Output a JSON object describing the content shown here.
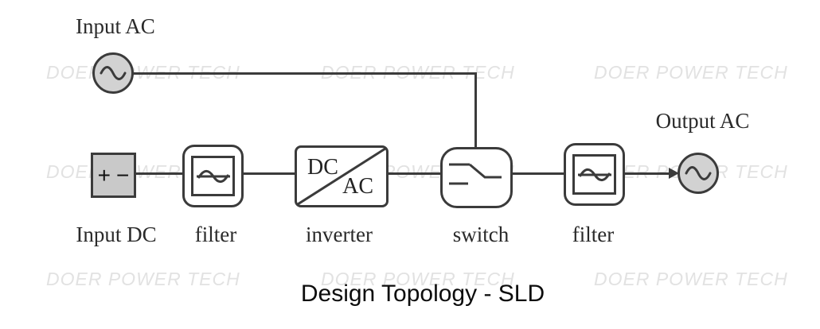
{
  "title": "Design Topology - SLD",
  "watermark": {
    "text": "DOER POWER TECH"
  },
  "diagram": {
    "sources": {
      "input_ac": {
        "label": "Input AC"
      },
      "output_ac": {
        "label": "Output AC"
      }
    },
    "nodes": {
      "input_dc": {
        "label": "Input DC",
        "plus": "+",
        "minus": "−"
      },
      "filter1": {
        "label": "filter"
      },
      "inverter": {
        "label": "inverter",
        "top_text": "DC",
        "bottom_text": "AC"
      },
      "switch": {
        "label": "switch"
      },
      "filter2": {
        "label": "filter"
      }
    },
    "colors": {
      "line": "#3b3b3b",
      "dc_box_fill": "#c9c9c9",
      "ac_circle_fill": "#d2d2d2",
      "watermark": "#e2e2e2",
      "label_text": "#2a2a2a",
      "title_text": "#0d0d0d"
    }
  }
}
